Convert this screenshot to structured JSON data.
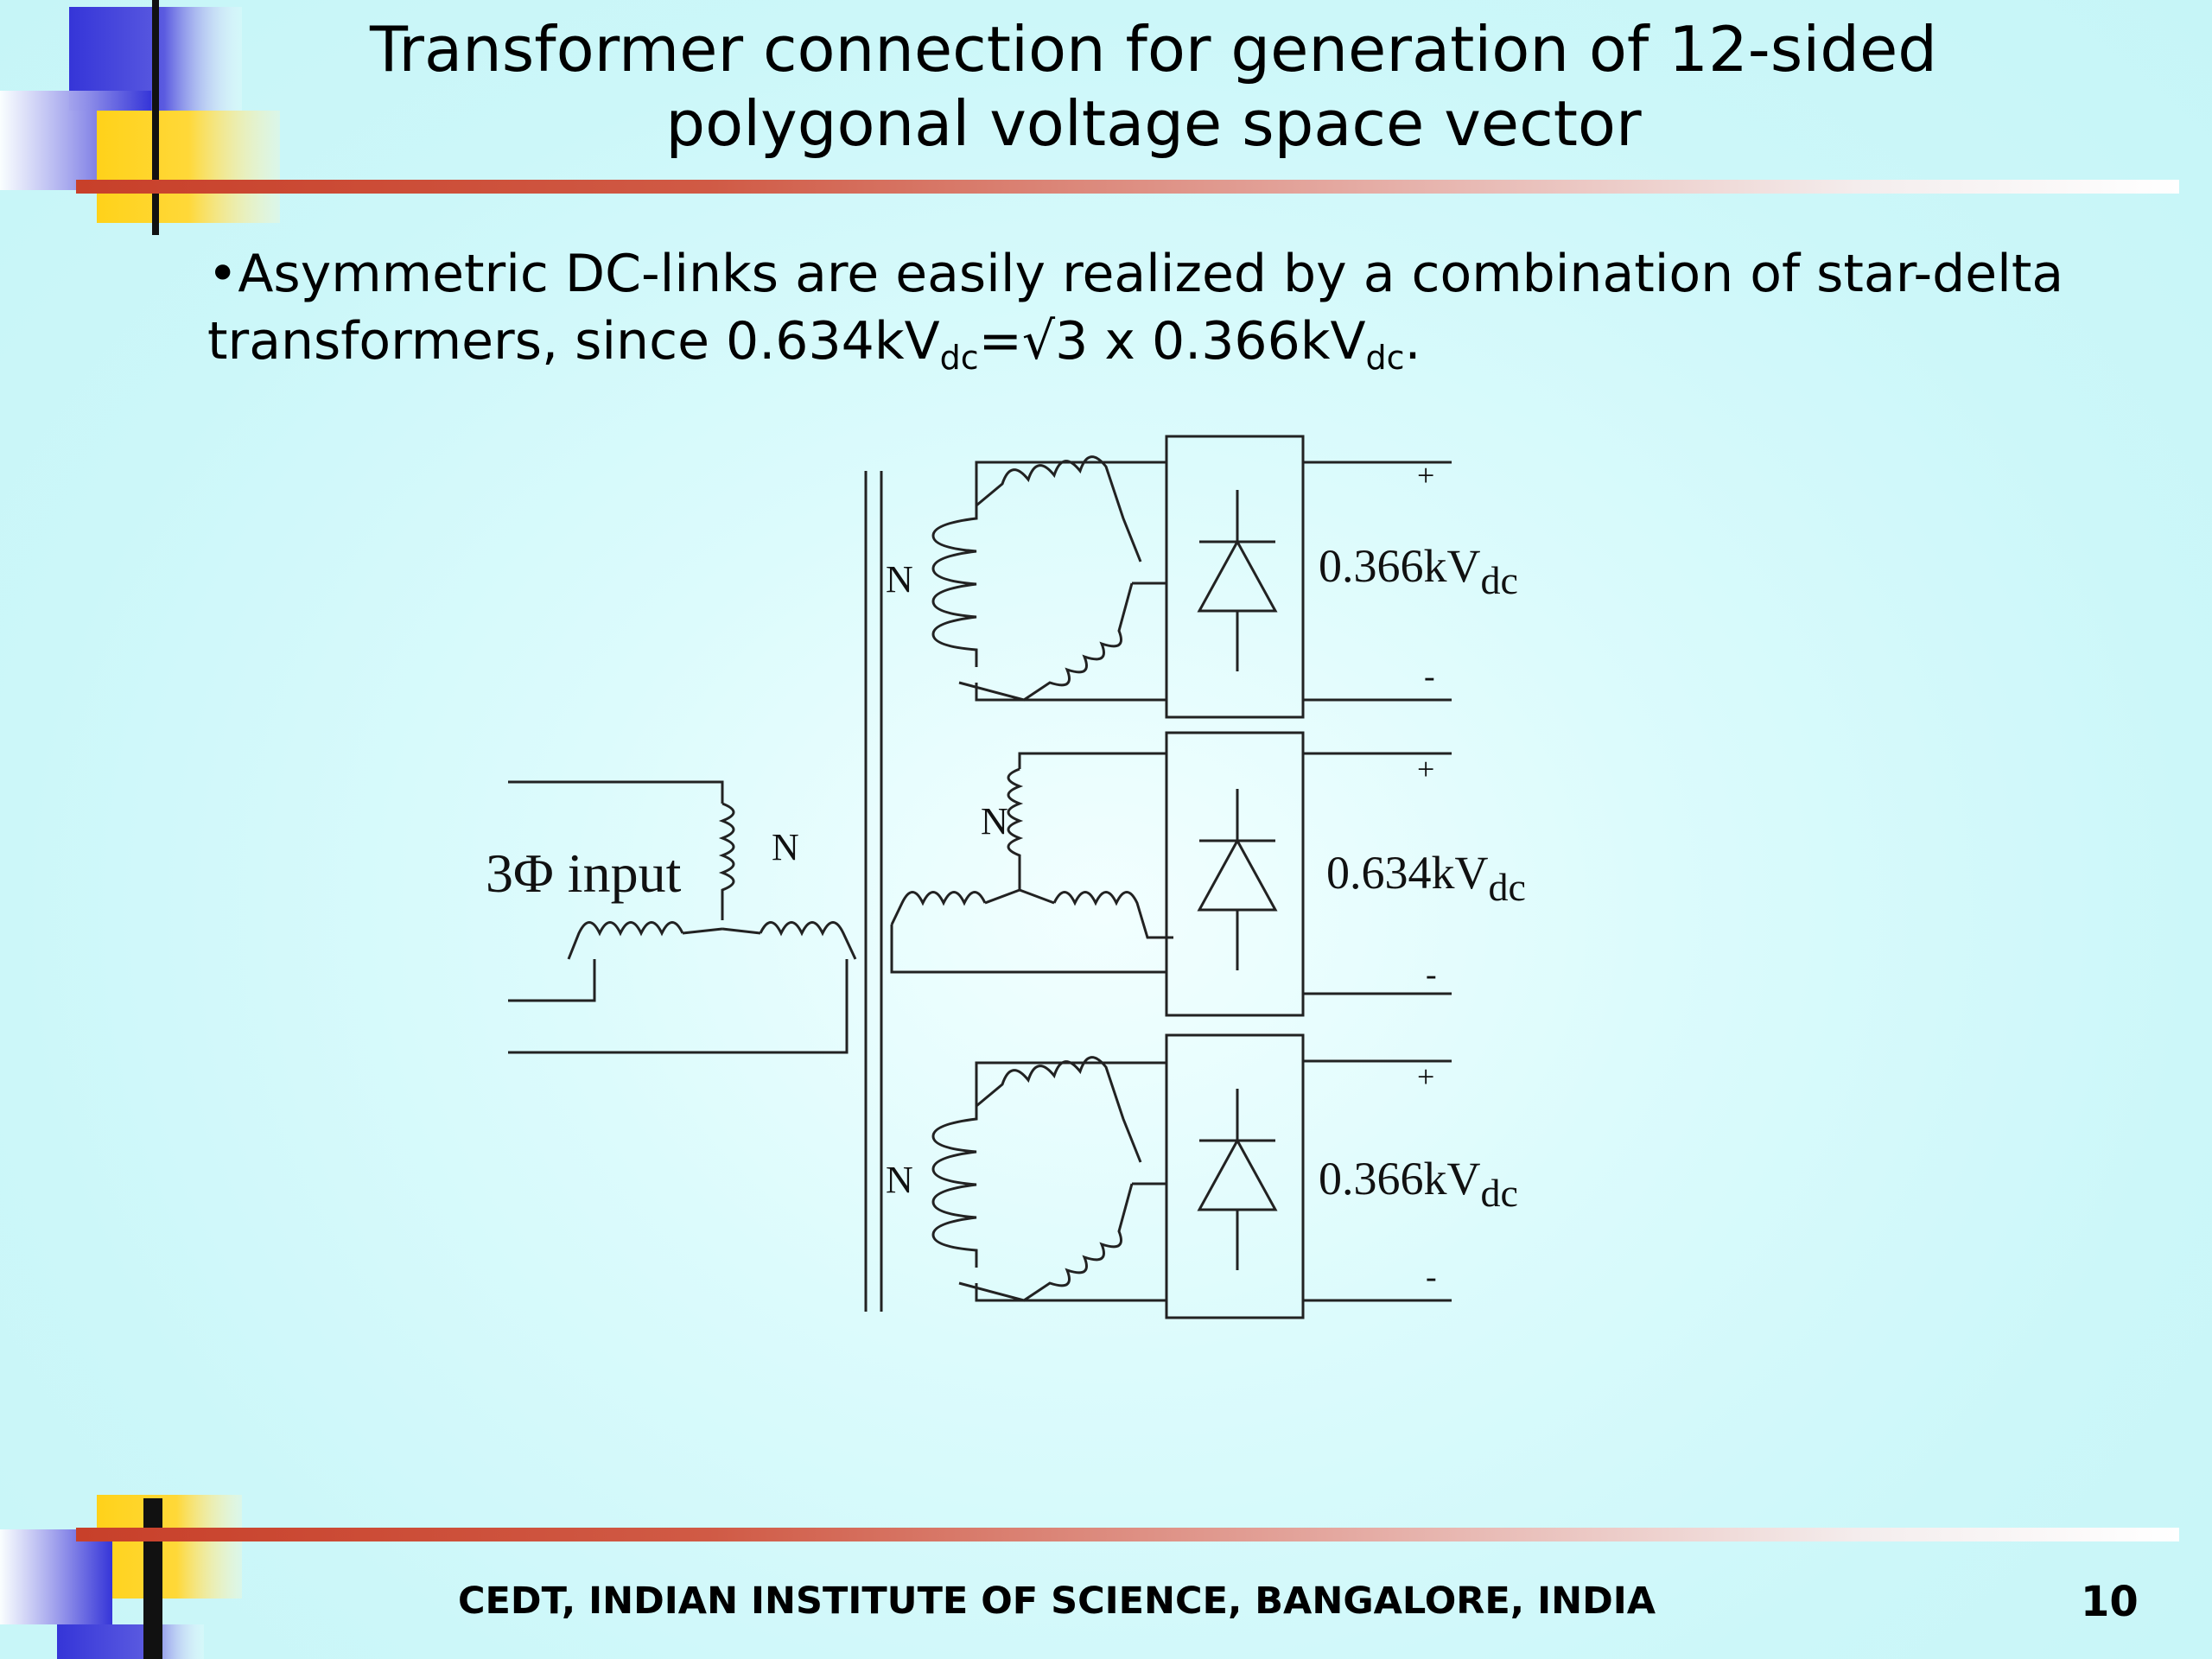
{
  "slide": {
    "title_line1": "Transformer connection for generation of 12-sided",
    "title_line2": "polygonal voltage space vector",
    "bullet_line1": "•Asymmetric DC-links are easily realized by a combination of star-delta",
    "bullet_line2_prefix": "transformers, since 0.634kV",
    "bullet_sub1": "dc",
    "bullet_mid": "=√3 x 0.366kV",
    "bullet_sub2": "dc",
    "bullet_suffix": ".",
    "footer": "CEDT, INDIAN INSTITUTE OF SCIENCE, BANGALORE, INDIA",
    "page_number": "10"
  },
  "diagram": {
    "input_label": "3Φ input",
    "neutral_label": "N",
    "outputs": [
      {
        "value": "0.366kV",
        "sub": "dc",
        "plus": "+",
        "minus": "-"
      },
      {
        "value": "0.634kV",
        "sub": "dc",
        "plus": "+",
        "minus": "-"
      },
      {
        "value": "0.366kV",
        "sub": "dc",
        "plus": "+",
        "minus": "-"
      }
    ]
  },
  "colors": {
    "background": "#ccf7f9",
    "accent_red": "#c8402a",
    "deco_blue": "#3535d8",
    "deco_yellow": "#ffd21a"
  }
}
